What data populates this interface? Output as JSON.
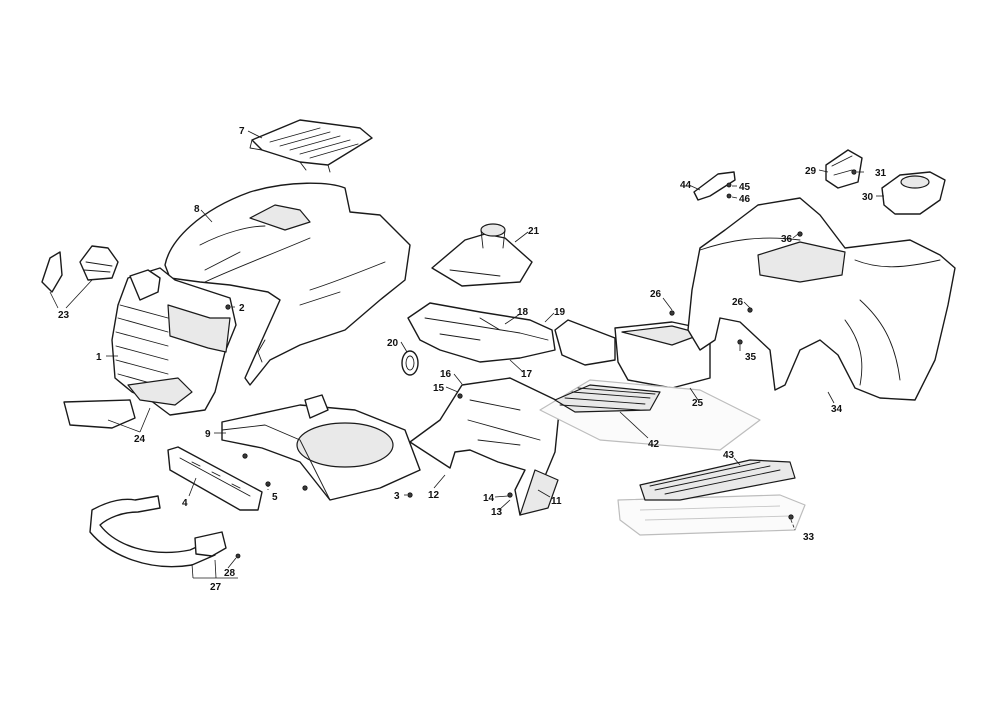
{
  "diagram": {
    "callouts": [
      {
        "id": "c1",
        "text": "1"
      },
      {
        "id": "c2",
        "text": "2"
      },
      {
        "id": "c3",
        "text": "3"
      },
      {
        "id": "c4",
        "text": "4"
      },
      {
        "id": "c5",
        "text": "5"
      },
      {
        "id": "c7",
        "text": "7"
      },
      {
        "id": "c8",
        "text": "8"
      },
      {
        "id": "c9",
        "text": "9"
      },
      {
        "id": "c11",
        "text": "11"
      },
      {
        "id": "c12",
        "text": "12"
      },
      {
        "id": "c13",
        "text": "13"
      },
      {
        "id": "c14",
        "text": "14"
      },
      {
        "id": "c15",
        "text": "15"
      },
      {
        "id": "c16",
        "text": "16"
      },
      {
        "id": "c17",
        "text": "17"
      },
      {
        "id": "c18",
        "text": "18"
      },
      {
        "id": "c19",
        "text": "19"
      },
      {
        "id": "c20",
        "text": "20"
      },
      {
        "id": "c21",
        "text": "21"
      },
      {
        "id": "c23",
        "text": "23"
      },
      {
        "id": "c24",
        "text": "24"
      },
      {
        "id": "c25",
        "text": "25"
      },
      {
        "id": "c26a",
        "text": "26"
      },
      {
        "id": "c26b",
        "text": "26"
      },
      {
        "id": "c27",
        "text": "27"
      },
      {
        "id": "c28",
        "text": "28"
      },
      {
        "id": "c29",
        "text": "29"
      },
      {
        "id": "c30",
        "text": "30"
      },
      {
        "id": "c31",
        "text": "31"
      },
      {
        "id": "c33",
        "text": "33"
      },
      {
        "id": "c34",
        "text": "34"
      },
      {
        "id": "c35",
        "text": "35"
      },
      {
        "id": "c36",
        "text": "36"
      },
      {
        "id": "c42",
        "text": "42"
      },
      {
        "id": "c43",
        "text": "43"
      },
      {
        "id": "c44",
        "text": "44"
      },
      {
        "id": "c45",
        "text": "45"
      },
      {
        "id": "c46",
        "text": "46"
      }
    ]
  }
}
